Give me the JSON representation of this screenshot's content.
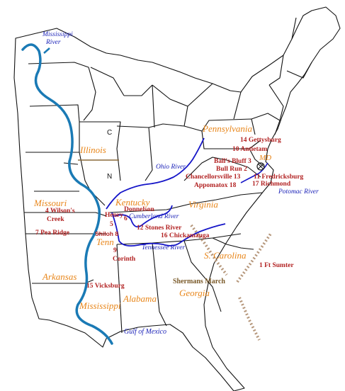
{
  "colors": {
    "state_label": "#e8861a",
    "battle_label": "#b22222",
    "river_label": "#1b22b8",
    "mississippi": "#1a7ab5",
    "minor_river": "#1515c8",
    "border": "#111111",
    "march": "#b5967a",
    "marker": "#1a1a1a"
  },
  "states": {
    "pennsylvania": "Pennsylvania",
    "illinois": "Illinois",
    "missouri": "Missouri",
    "kentucky": "Kentucky",
    "virginia": "Virginia",
    "tenn": "Tenn",
    "arkansas": "Arkansas",
    "mississippi": "Mississippi",
    "alabama": "Alabama",
    "s_carolina": "S. Carolina",
    "georgia": "Georgia",
    "md": "MD"
  },
  "rivers": {
    "mississippi": [
      "Mississippi",
      "River"
    ],
    "ohio": "Ohio River",
    "cumberland": "Cumberland River",
    "tennessee": "Tennessee River",
    "potomac": "Potomac River",
    "gulf": "Gulf of Mexico"
  },
  "battles": {
    "gettysburg": "14 Gettysburg",
    "antietam": "10 Antietam",
    "balls_bluff": "Ball's Bluff 3",
    "bull_run": "Bull Run 2",
    "chancellorsville": "Chancellorsville 13",
    "appomatox": "Appomatox 18",
    "fredricksburg": "11 Fredricksburg",
    "richmond": "17 Richmond",
    "wilsons_creek": [
      "4 Wilson's",
      "Creek"
    ],
    "pea_ridge": "7  Pea Ridge",
    "donnelson": "Donnelson",
    "henry": "Henry",
    "henry_num": "5",
    "donnelson_num": "6",
    "shiloh": "Shiloh 8",
    "stones_river": "12 Stones River",
    "chickamauga": "16 Chickamauga",
    "corinth": [
      "9",
      "Corinth"
    ],
    "vicksburg": "15 Vicksburg",
    "ft_sumter": "1 Ft Sumter"
  },
  "marches": {
    "sherman": "Shermans March"
  },
  "markers": {
    "c": "C",
    "n": "N"
  }
}
